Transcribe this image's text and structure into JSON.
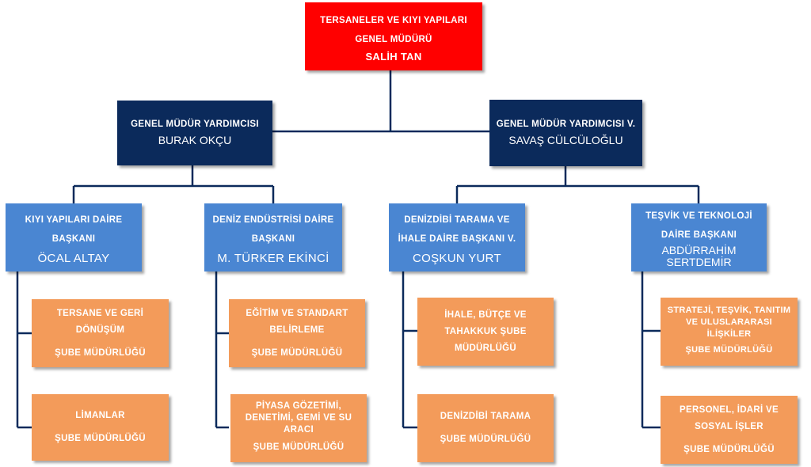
{
  "top": {
    "title_line1": "TERSANELER VE KIYI YAPILARI",
    "title_line2": "GENEL MÜDÜRÜ",
    "name": "SALİH TAN"
  },
  "deputies": [
    {
      "title": "GENEL MÜDÜR YARDIMCISI",
      "name": "BURAK OKÇU"
    },
    {
      "title": "GENEL MÜDÜR YARDIMCISI V.",
      "name": "SAVAŞ CÜLCÜLOĞLU"
    }
  ],
  "departments": [
    {
      "line1": "KIYI YAPILARI DAİRE",
      "line2": "BAŞKANI",
      "name": "ÖCAL ALTAY"
    },
    {
      "line1": "DENİZ ENDÜSTRİSİ DAİRE",
      "line2": "BAŞKANI",
      "name": "M. TÜRKER EKİNCİ"
    },
    {
      "line1": "DENİZDİBİ TARAMA VE",
      "line2": "İHALE DAİRE BAŞKANI V.",
      "name": "COŞKUN YURT"
    },
    {
      "line1": "TEŞVİK VE TEKNOLOJİ",
      "line2": "DAİRE BAŞKANI",
      "name": "ABDÜRRAHİM SERTDEMİR"
    }
  ],
  "branches": [
    {
      "lines": [
        "TERSANE VE GERİ",
        "DÖNÜŞÜM"
      ],
      "suffix": "ŞUBE MÜDÜRLÜĞÜ"
    },
    {
      "lines": [
        "LİMANLAR"
      ],
      "suffix": "ŞUBE MÜDÜRLÜĞÜ"
    },
    {
      "lines": [
        "EĞİTİM VE STANDART",
        "BELİRLEME"
      ],
      "suffix": "ŞUBE MÜDÜRLÜĞÜ"
    },
    {
      "lines": [
        "PİYASA GÖZETİMİ,",
        "DENETİMİ, GEMİ VE SU",
        "ARACI"
      ],
      "suffix": "ŞUBE MÜDÜRLÜĞÜ"
    },
    {
      "lines": [
        "İHALE, BÜTÇE VE",
        "TAHAKKUK ŞUBE",
        "MÜDÜRLÜĞÜ"
      ],
      "suffix": ""
    },
    {
      "lines": [
        "DENİZDİBİ TARAMA"
      ],
      "suffix": "ŞUBE MÜDÜRLÜĞÜ"
    },
    {
      "lines": [
        "STRATEJİ, TEŞVİK, TANITIM",
        "VE ULUSLARARASI",
        "İLİŞKİLER"
      ],
      "suffix": "ŞUBE MÜDÜRLÜĞÜ"
    },
    {
      "lines": [
        "PERSONEL, İDARİ VE",
        "SOSYAL İŞLER"
      ],
      "suffix": "ŞUBE MÜDÜRLÜĞÜ"
    }
  ],
  "colors": {
    "top": "#ff0000",
    "deputy": "#0b2a5b",
    "department": "#4a86d2",
    "branch": "#f39b5a",
    "connector": "#0b2a5b"
  }
}
